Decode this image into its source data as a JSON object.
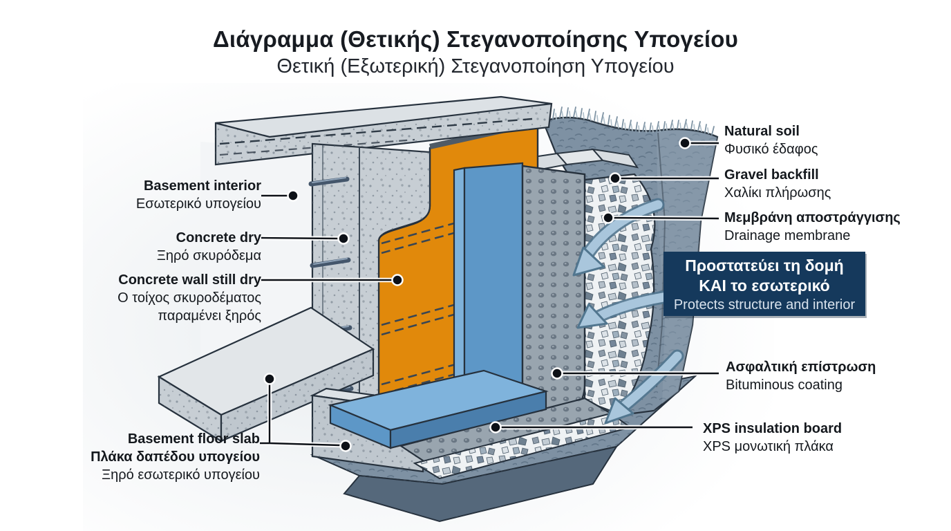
{
  "title": {
    "main": "Διάγραμμα (Θετικής) Στεγανοποίησης Υπογείου",
    "subtitle": "Θετική (Εξωτερική) Στεγανοποίηση Υπογείου"
  },
  "labels": {
    "left": [
      {
        "line1": "Basement interior",
        "line2": "Εσωτερικό υπογείου"
      },
      {
        "line1": "Concrete dry",
        "line2": "Ξηρό σκυρόδεμα"
      },
      {
        "line1": "Concrete wall still dry",
        "line2": "Ο τοίχος σκυροδέματος",
        "line3": "παραμένει ξηρός"
      },
      {
        "line1": "Basement floor slab",
        "line2": "Πλάκα δαπέδου υπογείου",
        "line3": "Ξηρό εσωτερικό υπογείου"
      }
    ],
    "right": [
      {
        "line1": "Natural soil",
        "line2": "Φυσικό έδαφος"
      },
      {
        "line1": "Gravel backfill",
        "line2": "Χαλίκι πλήρωσης"
      },
      {
        "line1": "Μεμβράνη αποστράγγισης",
        "line2": "Drainage membrane"
      },
      {
        "line1": "Ασφαλτική επίστρωση",
        "line2": "Bituminous coating"
      },
      {
        "line1": "XPS insulation board",
        "line2": "XPS μονωτική πλάκα"
      }
    ]
  },
  "callout": {
    "line1": "Προστατεύει τη δομή",
    "line2": "ΚΑΙ το εσωτερικό",
    "line3": "Protects structure and interior"
  },
  "colors": {
    "waterproofing_orange": "#E1890B",
    "xps_blue": "#5D97C7",
    "xps_blue_light": "#7FB3DC",
    "membrane_gray": "#99A5AF",
    "soil_slate": "#7E91A3",
    "concrete": "#C7CED4",
    "arrow_blue": "#A9C6DC",
    "callout_navy": "#15395C",
    "text_dark": "#14181D"
  }
}
